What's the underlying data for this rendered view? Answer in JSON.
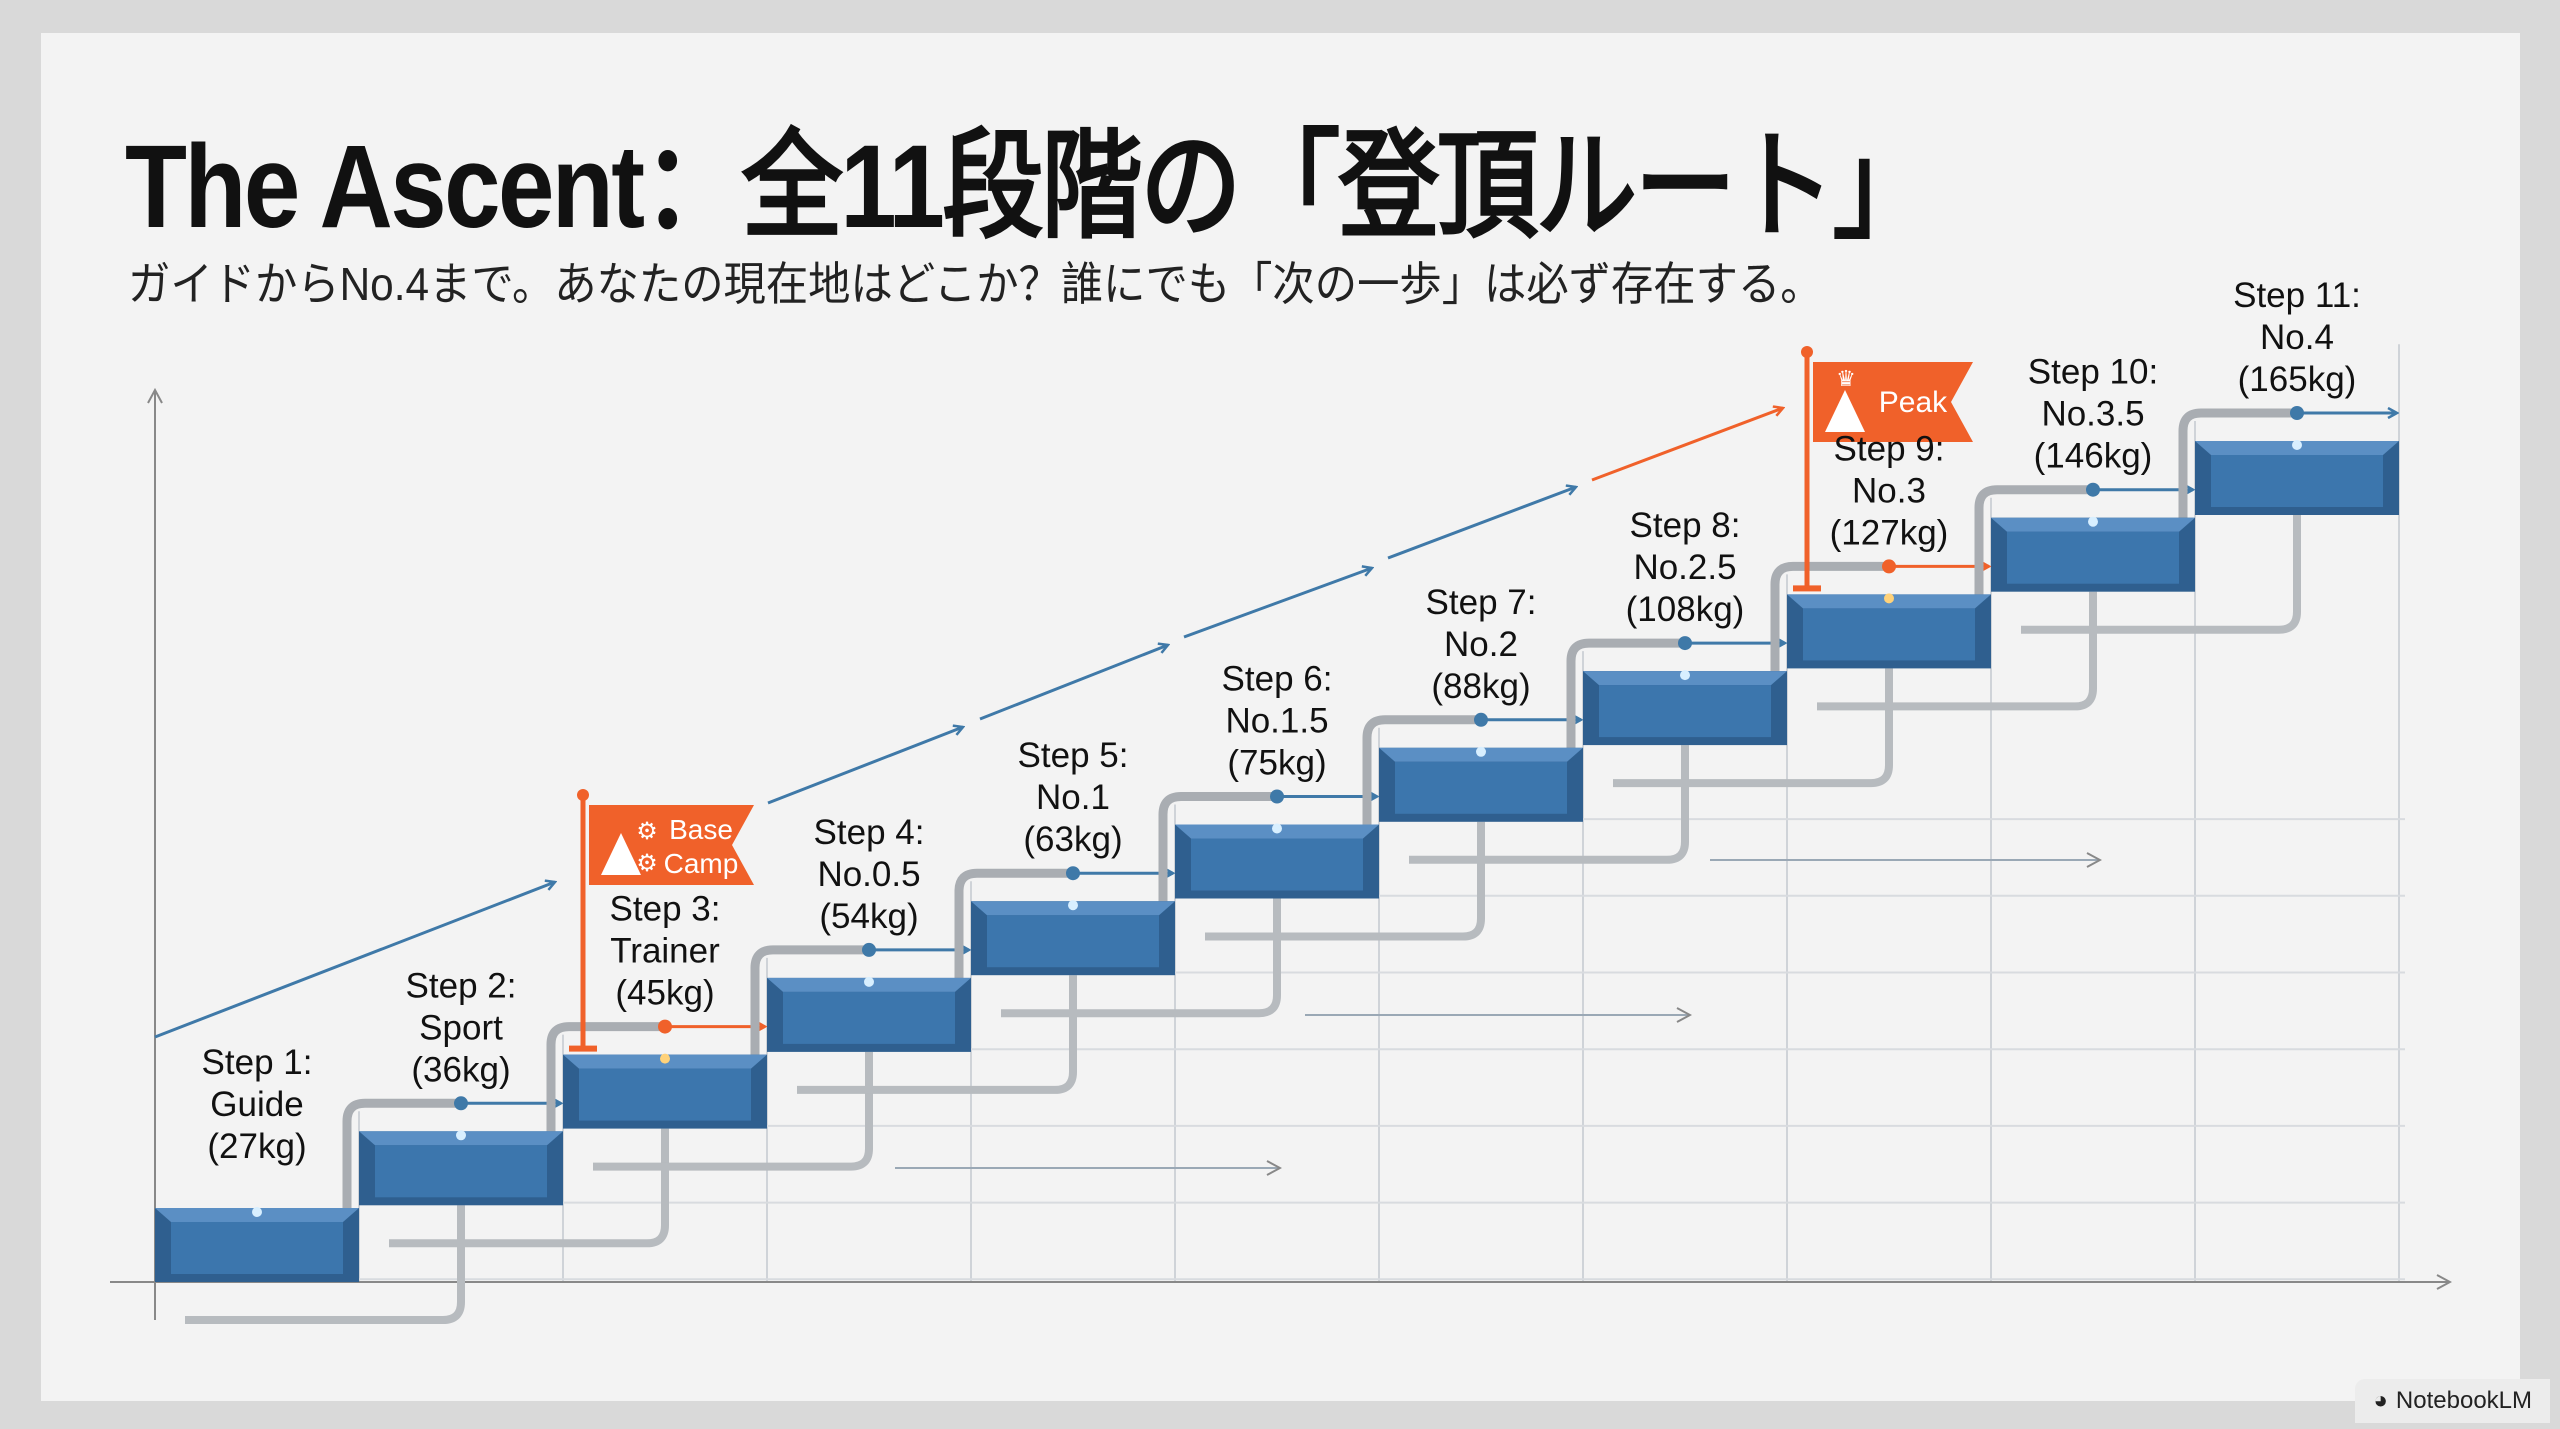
{
  "title": "The Ascent：全11段階の「登頂ルート」",
  "subtitle": "ガイドからNo.4まで。あなたの現在地はどこか？誰にでも「次の一歩」は必ず存在する。",
  "steps": [
    {
      "step": "Step 1:",
      "name": "Guide",
      "weight": "(27kg)"
    },
    {
      "step": "Step 2:",
      "name": "Sport",
      "weight": "(36kg)"
    },
    {
      "step": "Step 3:",
      "name": "Trainer",
      "weight": "(45kg)"
    },
    {
      "step": "Step 4:",
      "name": "No.0.5",
      "weight": "(54kg)"
    },
    {
      "step": "Step 5:",
      "name": "No.1",
      "weight": "(63kg)"
    },
    {
      "step": "Step 6:",
      "name": "No.1.5",
      "weight": "(75kg)"
    },
    {
      "step": "Step 7:",
      "name": "No.2",
      "weight": "(88kg)"
    },
    {
      "step": "Step 8:",
      "name": "No.2.5",
      "weight": "(108kg)"
    },
    {
      "step": "Step 9:",
      "name": "No.3",
      "weight": "(127kg)"
    },
    {
      "step": "Step 10:",
      "name": "No.3.5",
      "weight": "(146kg)"
    },
    {
      "step": "Step 11:",
      "name": "No.4",
      "weight": "(165kg)"
    }
  ],
  "flags": {
    "base_camp": {
      "line1": "Base",
      "line2": "Camp",
      "step_index": 2
    },
    "peak": {
      "label": "Peak",
      "step_index": 8
    }
  },
  "colors": {
    "block": "#3c76ad",
    "accent": "#f0612a",
    "trend": "#3f79a8"
  },
  "brand": "NotebookLM"
}
